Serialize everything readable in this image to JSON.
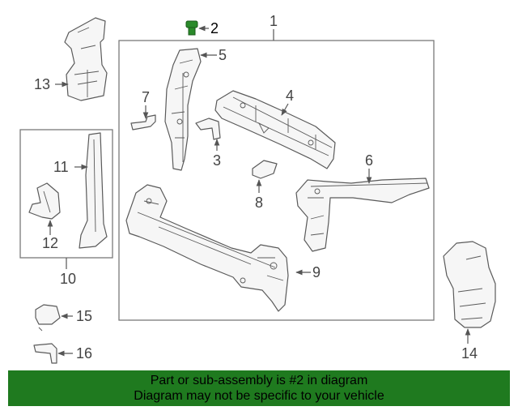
{
  "diagram": {
    "callouts": [
      "1",
      "2",
      "3",
      "4",
      "5",
      "6",
      "7",
      "8",
      "9",
      "10",
      "11",
      "12",
      "13",
      "14",
      "15",
      "16"
    ],
    "highlighted_part": "2"
  },
  "banner": {
    "line1": "Part or sub-assembly is #2 in diagram",
    "line2": "Diagram may not be specific to your vehicle",
    "background_color": "#1f7a1f"
  }
}
